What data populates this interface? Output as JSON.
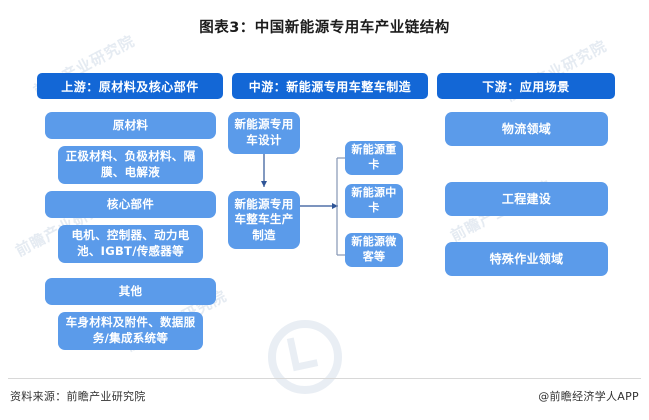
{
  "title": "图表3：中国新能源专用车产业链结构",
  "watermark": {
    "text": "前瞻产业研究院",
    "logo": "qianzhan-ring-logo"
  },
  "columns": {
    "upstream": {
      "header": "上游：原材料及核心部件",
      "nodes": [
        {
          "label": "原材料",
          "kind": "category"
        },
        {
          "label": "正极材料、负极材料、隔膜、电解液",
          "kind": "detail"
        },
        {
          "label": "核心部件",
          "kind": "category"
        },
        {
          "label": "电机、控制器、动力电池、IGBT/传感器等",
          "kind": "detail"
        },
        {
          "label": "其他",
          "kind": "category"
        },
        {
          "label": "车身材料及附件、数据服务/集成系统等",
          "kind": "detail"
        }
      ]
    },
    "midstream": {
      "header": "中游：新能源专用车整车制造",
      "nodes": [
        {
          "label": "新能源专用车设计",
          "kind": "process"
        },
        {
          "label": "新能源专用车整车生产制造",
          "kind": "process"
        }
      ],
      "products": [
        {
          "label": "新能源重卡"
        },
        {
          "label": "新能源中卡"
        },
        {
          "label": "新能源微客等"
        }
      ]
    },
    "downstream": {
      "header": "下游：应用场景",
      "nodes": [
        {
          "label": "物流领域"
        },
        {
          "label": "工程建设"
        },
        {
          "label": "特殊作业领域"
        }
      ]
    }
  },
  "footer": {
    "source": "资料来源：前瞻产业研究院",
    "brand": "@前瞻经济学人APP"
  },
  "colors": {
    "header_blue": "#1367d6",
    "node_blue": "#5b9bea",
    "connector": "#2f5597",
    "text_on_blue": "#ffffff",
    "page_background": "#ffffff"
  }
}
